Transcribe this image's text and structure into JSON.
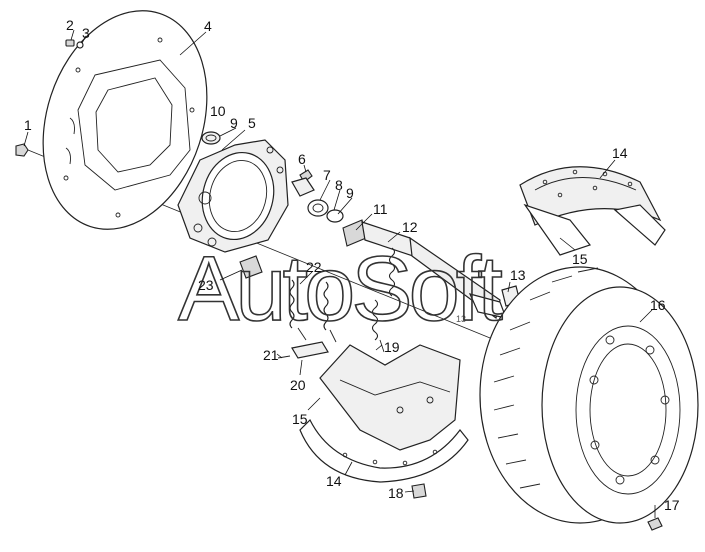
{
  "diagram": {
    "callouts": {
      "c1": "1",
      "c2": "2",
      "c3": "3",
      "c4": "4",
      "c5": "5",
      "c6": "6",
      "c7": "7",
      "c8": "8",
      "c9a": "9",
      "c9b": "9",
      "c10": "10",
      "c11": "11",
      "c12": "12",
      "c13": "13",
      "c14a": "14",
      "c14b": "14",
      "c15a": "15",
      "c15b": "15",
      "c16": "16",
      "c17": "17",
      "c18": "18",
      "c19": "19",
      "c20": "20",
      "c21": "21",
      "c22": "22",
      "c23": "23"
    },
    "cam_marking": "13",
    "watermark": "AutoSoft"
  }
}
